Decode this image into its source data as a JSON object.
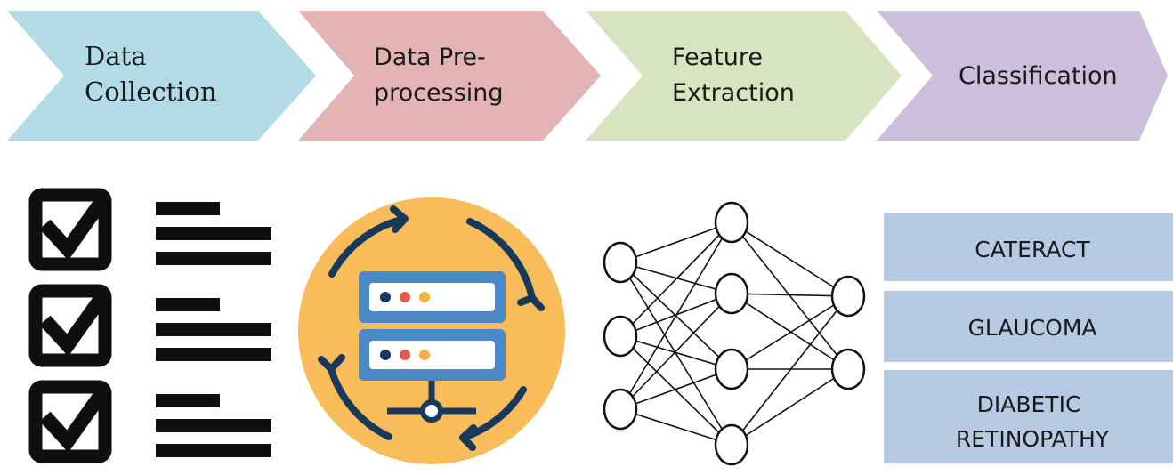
{
  "pipeline": {
    "steps": [
      {
        "id": "data-collection",
        "lines": [
          "Data",
          "Collection"
        ],
        "fill": "#b2dbe6"
      },
      {
        "id": "data-preprocessing",
        "lines": [
          "Data Pre-",
          "processing"
        ],
        "fill": "#e4b4b4"
      },
      {
        "id": "feature-extraction",
        "lines": [
          "Feature",
          "Extraction"
        ],
        "fill": "#d6e4bf"
      },
      {
        "id": "classification",
        "lines": [
          "Classification"
        ],
        "fill": "#cbbfdc"
      }
    ]
  },
  "icons": {
    "checklist": "checklist-icon",
    "server_cycle": "server-sync-icon",
    "network": "neural-network-icon"
  },
  "classes": {
    "items": [
      {
        "lines": [
          "CATERACT"
        ]
      },
      {
        "lines": [
          "GLAUCOMA"
        ]
      },
      {
        "lines": [
          "DIABETIC",
          "RETINOPATHY"
        ]
      }
    ],
    "fill": "#b6cbe3"
  },
  "colors": {
    "text": "#1a1a1a",
    "icon_dark": "#0f0f0f",
    "orange": "#f8bc5a",
    "navy": "#173a5c",
    "server_blue": "#4a88c7",
    "dot_red": "#e05a4a",
    "dot_orange": "#f5b041"
  }
}
